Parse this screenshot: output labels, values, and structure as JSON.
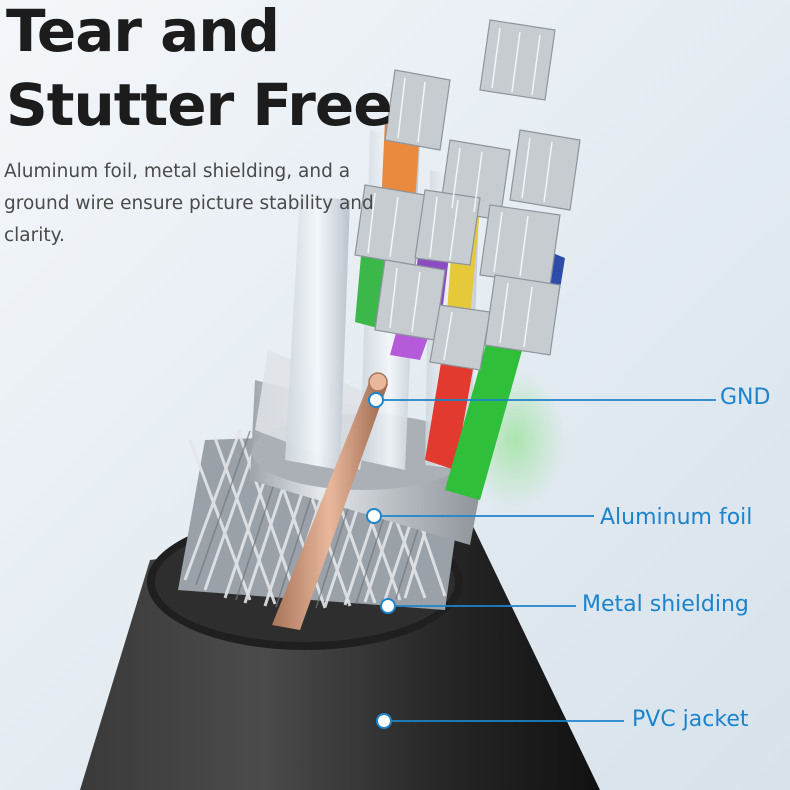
{
  "headline": {
    "line1": "Tear and",
    "line2": "Stutter Free"
  },
  "description": "Aluminum foil, metal shielding, and a ground wire ensure picture stability and clarity.",
  "callouts": [
    {
      "label": "GND"
    },
    {
      "label": "Aluminum foil"
    },
    {
      "label": "Metal shielding"
    },
    {
      "label": "PVC jacket"
    }
  ],
  "colors": {
    "accent": "#1c84cc",
    "headline": "#1c1c1c",
    "body_text": "#4a4a4a",
    "jacket": "#2a2a2a",
    "foil": "#c9ced3",
    "ground_wire": "#c89778"
  }
}
